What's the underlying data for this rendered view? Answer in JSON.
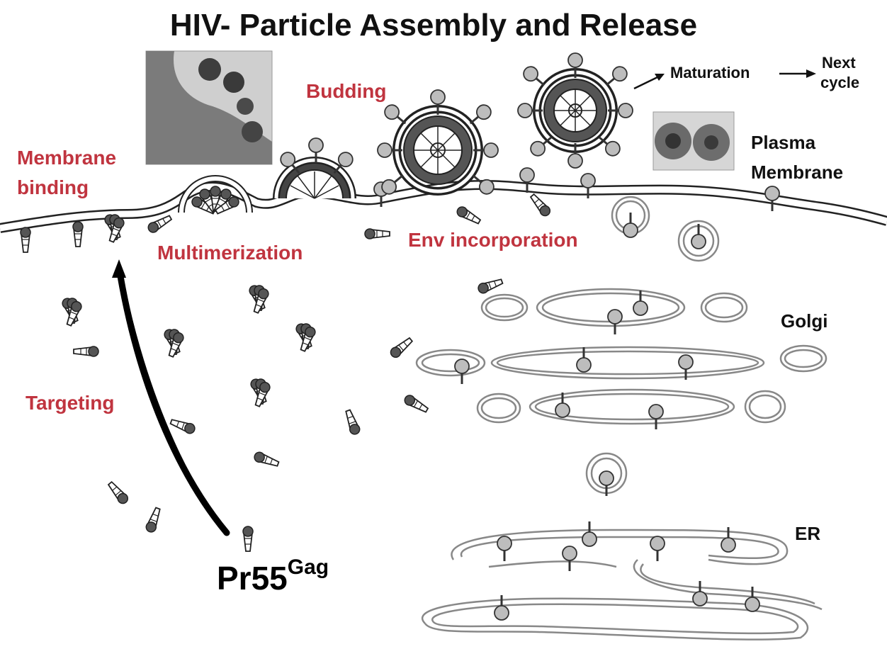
{
  "title": "HIV- Particle Assembly and Release",
  "colors": {
    "stage_label": "#c0343f",
    "membrane": "#222222",
    "gag_head": "#555555",
    "env_knob": "#bdbdbd",
    "organelle": "#8a8a8a"
  },
  "stages": {
    "membrane_binding_line1": "Membrane",
    "membrane_binding_line2": "binding",
    "budding": "Budding",
    "multimerization": "Multimerization",
    "env_incorporation": "Env incorporation",
    "targeting": "Targeting"
  },
  "flow": {
    "maturation": "Maturation",
    "next_cycle_line1": "Next",
    "next_cycle_line2": "cycle"
  },
  "organelles": {
    "plasma_membrane_line1": "Plasma",
    "plasma_membrane_line2": "Membrane",
    "golgi": "Golgi",
    "er": "ER"
  },
  "protein": {
    "name": "Pr55",
    "superscript": "Gag"
  }
}
